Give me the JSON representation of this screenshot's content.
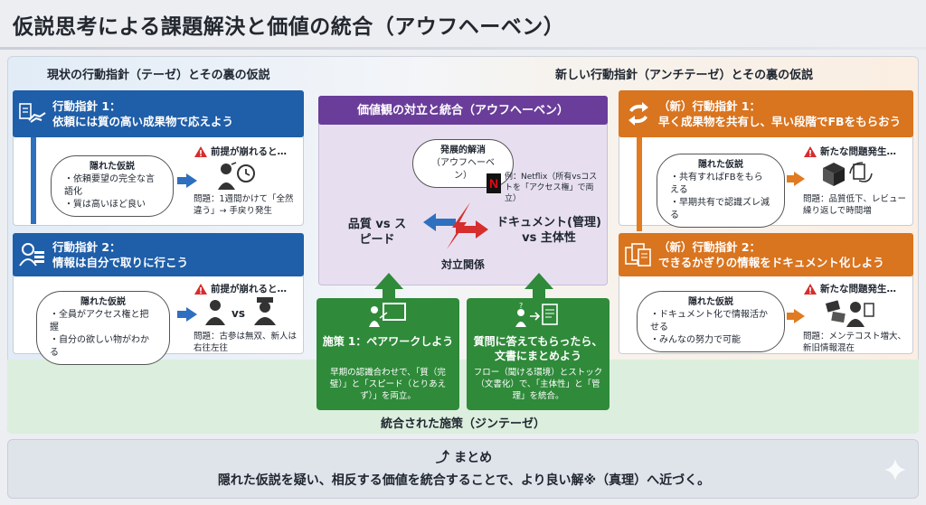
{
  "title": "仮説思考による課題解決と価値の統合（アウフヘーベン）",
  "left_header": "現状の行動指針（テーゼ）とその裏の仮説",
  "right_header": "新しい行動指針（アンチテーゼ）とその裏の仮説",
  "left": {
    "guideline1": {
      "label": "行動指針 1：",
      "text": "依頼には質の高い成果物で応えよう",
      "cloud_title": "隠れた仮説",
      "cloud_items": [
        "依頼要望の完全な言語化",
        "質は高いほど良い"
      ],
      "warning": "前提が崩れると…",
      "problem": "問題：1週間かけて「全然違う」→ 手戻り発生"
    },
    "guideline2": {
      "label": "行動指針 2：",
      "text": "情報は自分で取りに行こう",
      "cloud_title": "隠れた仮説",
      "cloud_items": [
        "全員がアクセス権と把握",
        "自分の欲しい物がわかる"
      ],
      "warning": "前提が崩れると…",
      "vs": "vs",
      "problem": "問題：古参は無双、新人は右往左往"
    }
  },
  "center": {
    "header": "価値観の対立と統合（アウフヘーベン）",
    "cloud_title": "発展的解消",
    "cloud_sub": "（アウフヘーベン）",
    "netflix_note": "例：Netflix（所有vsコストを「アクセス権」で両立）",
    "left_value": "品質 vs スピード",
    "right_value": "ドキュメント(管理) vs 主体性",
    "conflict": "対立関係",
    "measure1": {
      "title": "施策 1：ペアワークしよう",
      "desc": "早期の認識合わせで、「質（完璧）」と「スピード（とりあえず）」を両立。"
    },
    "measure2": {
      "title": "質問に答えてもらったら、文書にまとめよう",
      "desc": "フロー（聞ける環境）とストック（文書化）で、「主体性」と「管理」を統合。"
    },
    "synthesis": "統合された施策（ジンテーゼ）"
  },
  "right": {
    "guideline1": {
      "label": "（新）行動指針 1：",
      "text": "早く成果物を共有し、早い段階でFBをもらおう",
      "cloud_title": "隠れた仮説",
      "cloud_items": [
        "共有すればFBをもらえる",
        "早期共有で認識ズレ減る"
      ],
      "warning": "新たな問題発生…",
      "problem": "問題：品質低下、レビュー繰り返しで時間増"
    },
    "guideline2": {
      "label": "（新）行動指針 2：",
      "text": "できるかぎりの情報をドキュメント化しよう",
      "cloud_title": "隠れた仮説",
      "cloud_items": [
        "ドキュメント化で情報活かせる",
        "みんなの努力で可能"
      ],
      "warning": "新たな問題発生…",
      "problem": "問題：メンテコスト増大、新旧情報混在"
    }
  },
  "summary": {
    "heading": "まとめ",
    "text": "隠れた仮説を疑い、相反する価値を統合することで、より良い解※（真理）へ近づく。"
  },
  "colors": {
    "blue": "#1f5ea8",
    "orange": "#d9741f",
    "purple": "#6a3d9a",
    "green": "#2f8a3a",
    "red": "#d62d2d"
  },
  "icons": [
    "handshake-icon",
    "user-search-icon",
    "cycle-arrows-icon",
    "documents-icon",
    "warning-icon",
    "worried-person-icon",
    "clock-icon",
    "officer-icon",
    "box-icon",
    "overwhelmed-person-icon",
    "teacher-board-icon",
    "question-document-icon",
    "netflix-logo-icon",
    "up-arrow-icon",
    "sparkle-icon"
  ]
}
